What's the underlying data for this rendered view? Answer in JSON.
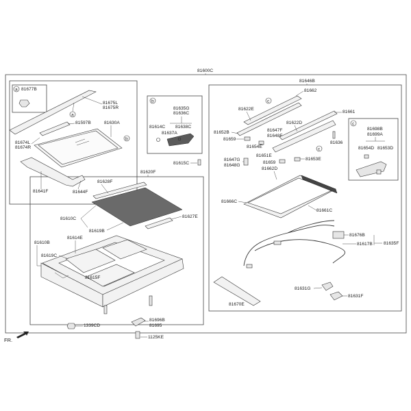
{
  "diagram": {
    "main_assembly": "81600C",
    "callouts": {
      "a": "a",
      "b": "b",
      "c": "c"
    },
    "labels": {
      "p81677B": "81677B",
      "p81675L": "81675L",
      "p81675R": "81675R",
      "p81597B": "81597B",
      "p81630A": "81630A",
      "p81674L": "81674L",
      "p81674R": "81674R",
      "p81641F": "81641F",
      "p81644F": "81644F",
      "p81635G": "81635G",
      "p81636C": "81636C",
      "p81614C": "81614C",
      "p81638C": "81638C",
      "p81637A": "81637A",
      "p81615C": "81615C",
      "p81620F": "81620F",
      "p81628F": "81628F",
      "p81610C": "81610C",
      "p81619B": "81619B",
      "p81627E": "81627E",
      "p81610B": "81610B",
      "p81614E": "81614E",
      "p81619C": "81619C",
      "p81615F": "81615F",
      "p1339CD": "1339CD",
      "p81696B": "81696B",
      "p81695": "81695",
      "p1125KE": "1125KE",
      "p81646B": "81646B",
      "p81662": "81662",
      "p81622E": "81622E",
      "p81661": "81661",
      "p81622D": "81622D",
      "p81652B": "81652B",
      "p81647F": "81647F",
      "p81648F": "81648F",
      "p81659a": "81659",
      "p81654E": "81654E",
      "p81636": "81636",
      "p81698B": "81698B",
      "p81699A": "81699A",
      "p81654D": "81654D",
      "p81653D": "81653D",
      "p81651E": "81651E",
      "p81647G": "81647G",
      "p81648G": "81648G",
      "p81653E": "81653E",
      "p81659b": "81659",
      "p81662D": "81662D",
      "p81666C": "81666C",
      "p81661C": "81661C",
      "p81676B": "81676B",
      "p81617B": "81617B",
      "p81635F": "81635F",
      "p81631G": "81631G",
      "p81631F": "81631F",
      "p81670E": "81670E"
    },
    "front_indicator": "FR."
  }
}
